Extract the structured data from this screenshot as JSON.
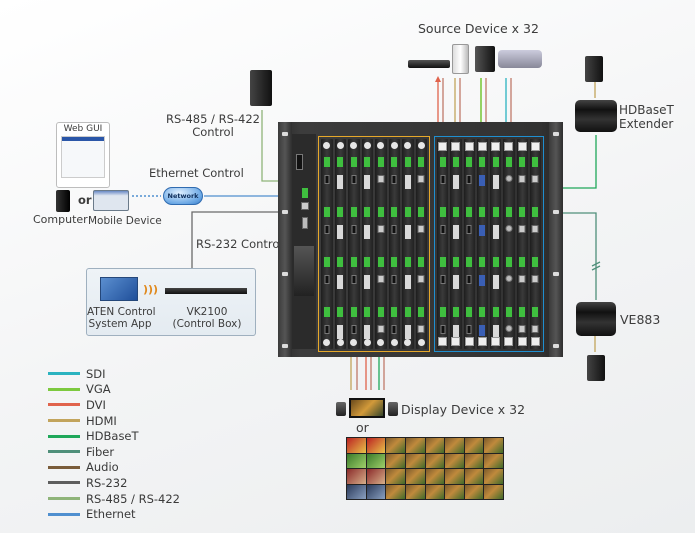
{
  "title": "Modular Matrix Switch Connection Diagram",
  "labels": {
    "source_devices": "Source Device x 32",
    "rs485_control_line1": "RS-485 / RS-422",
    "rs485_control_line2": "Control",
    "web_gui": "Web GUI",
    "ethernet_control": "Ethernet Control",
    "network": "Network",
    "computer": "Computer",
    "or": "or",
    "mobile_device": "Mobile Device",
    "rs232_control": "RS-232 Control",
    "control_app_line1": "ATEN Control",
    "control_app_line2": "System App",
    "control_box_line1": "VK2100",
    "control_box_line2": "(Control Box)",
    "hdbaset_line1": "HDBaseT",
    "hdbaset_line2": "Extender",
    "ve883": "VE883",
    "display_devices": "Display Device x 32",
    "display_or": "or"
  },
  "legend": [
    {
      "label": "SDI",
      "color": "#2bb3c0"
    },
    {
      "label": "VGA",
      "color": "#7dc93f"
    },
    {
      "label": "DVI",
      "color": "#e0634c"
    },
    {
      "label": "HDMI",
      "color": "#c2a45c"
    },
    {
      "label": "HDBaseT",
      "color": "#1fa85a"
    },
    {
      "label": "Fiber",
      "color": "#4f8f7a"
    },
    {
      "label": "Audio",
      "color": "#7a5c3a"
    },
    {
      "label": "RS-232",
      "color": "#5e5e5e"
    },
    {
      "label": "RS-485 / RS-422",
      "color": "#8fb47a"
    },
    {
      "label": "Ethernet",
      "color": "#4f8fcf"
    }
  ],
  "colors": {
    "input_group_border": "#e6a82a",
    "output_group_border": "#1f8fd0"
  }
}
